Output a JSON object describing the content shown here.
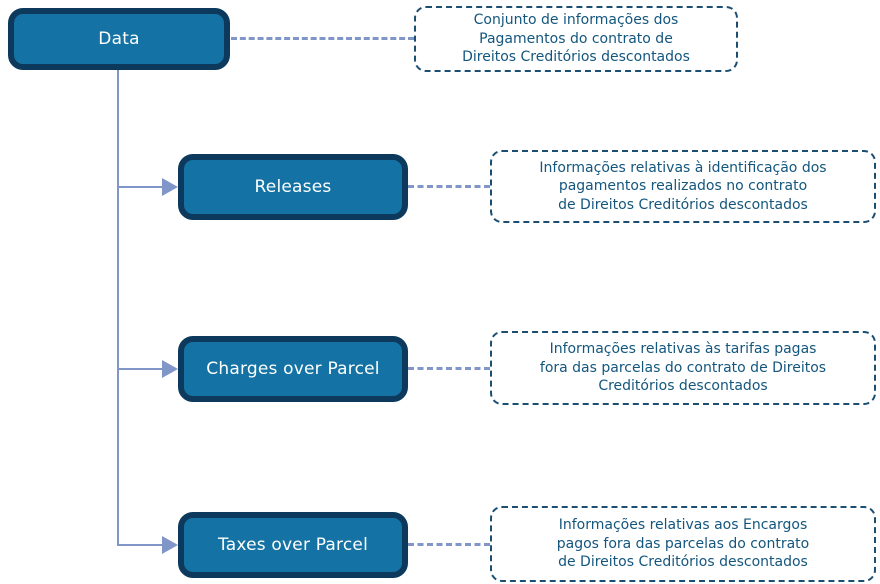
{
  "diagram": {
    "root": {
      "label": "Data",
      "note": "Conjunto de informações dos\nPagamentos do contrato de\nDireitos Creditórios descontados"
    },
    "children": [
      {
        "label": "Releases",
        "note": "Informações relativas à identificação dos\npagamentos realizados no contrato\nde Direitos Creditórios descontados"
      },
      {
        "label": "Charges over Parcel",
        "note": "Informações relativas às tarifas pagas\nfora das parcelas do contrato de Direitos\nCreditórios descontados"
      },
      {
        "label": "Taxes over Parcel",
        "note": "Informações relativas aos Encargos\npagos fora das parcelas do contrato\nde Direitos Creditórios descontados"
      }
    ],
    "colors": {
      "node_fill": "#1473a4",
      "node_border": "#0d3a5c",
      "node_text": "#ffffff",
      "connector": "#8095c8",
      "note_border": "#1a4e72",
      "note_text": "#14567d",
      "background": "#ffffff"
    }
  }
}
